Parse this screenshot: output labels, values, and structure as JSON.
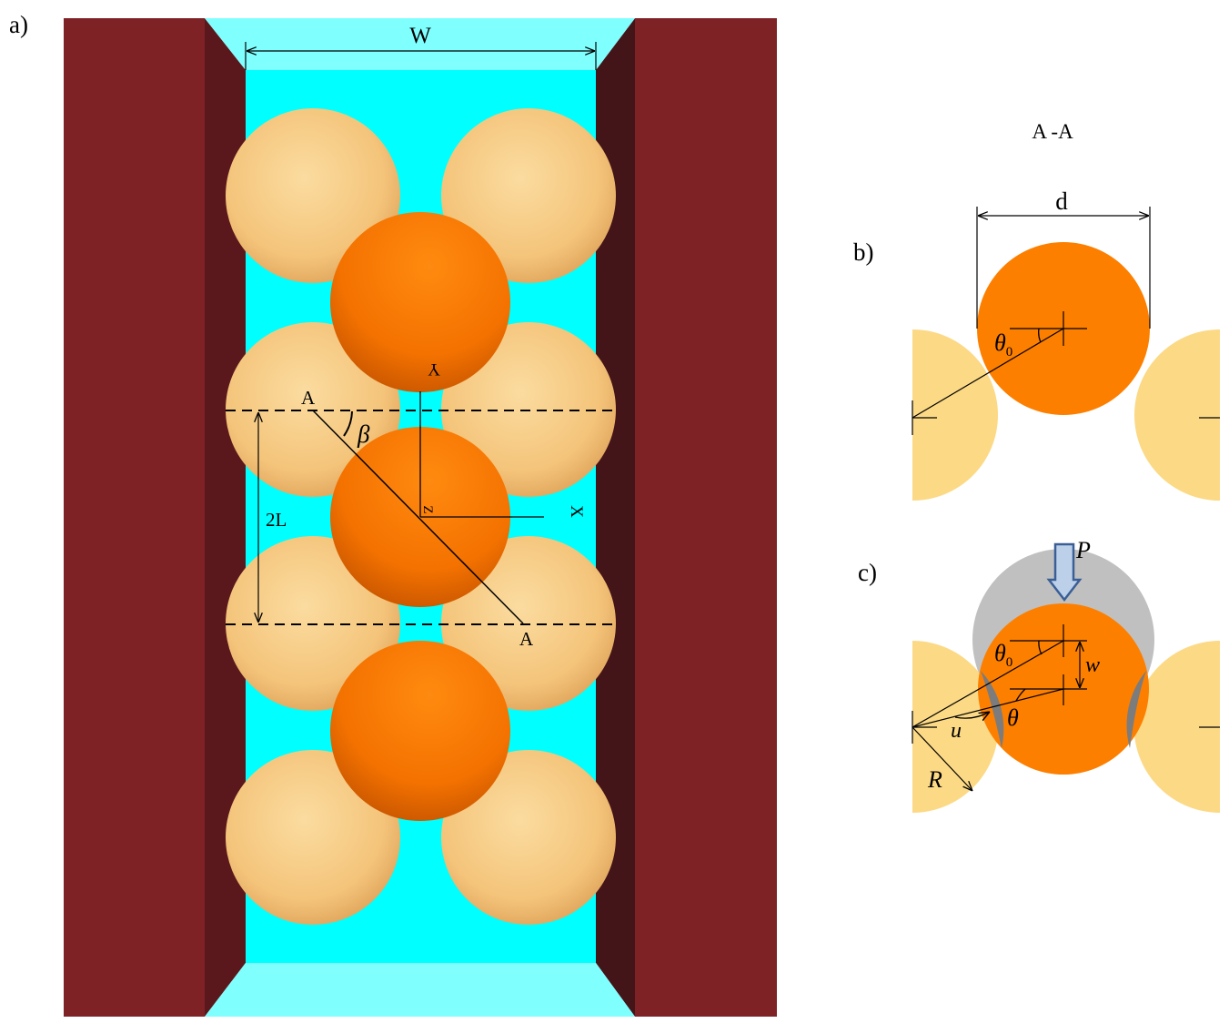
{
  "panels": {
    "a": {
      "tag": "a)",
      "width_label": "W",
      "pitch_label": "2L",
      "section_label_top": "A",
      "section_label_bottom": "A",
      "angle_label": "β",
      "axis_y": "Y",
      "axis_z": "Z",
      "axis_x": "X"
    },
    "b": {
      "tag": "b)",
      "section_title": "A -A",
      "diameter_label": "d",
      "angle_label": "θ",
      "angle_subscript": "0"
    },
    "c": {
      "tag": "c)",
      "load_label": "P",
      "deflection_label": "w",
      "angle0_label": "θ",
      "angle0_subscript": "0",
      "angle_label": "θ",
      "u_label": "u",
      "radius_label": "R"
    }
  },
  "colors": {
    "wall": "#7f2226",
    "wall_inner": "#431418",
    "channel": "#00ffff",
    "channel_light": "#80ffff",
    "sphere_outer": "#f7c97a",
    "sphere_inner": "#fb7800",
    "section_outer": "#fcd985",
    "section_inner": "#fd7f00",
    "ghost": "#c0c0c0",
    "overlap": "#7c7c7c",
    "arrow_fill": "#bdd0e9",
    "arrow_stroke": "#3a5f96"
  }
}
